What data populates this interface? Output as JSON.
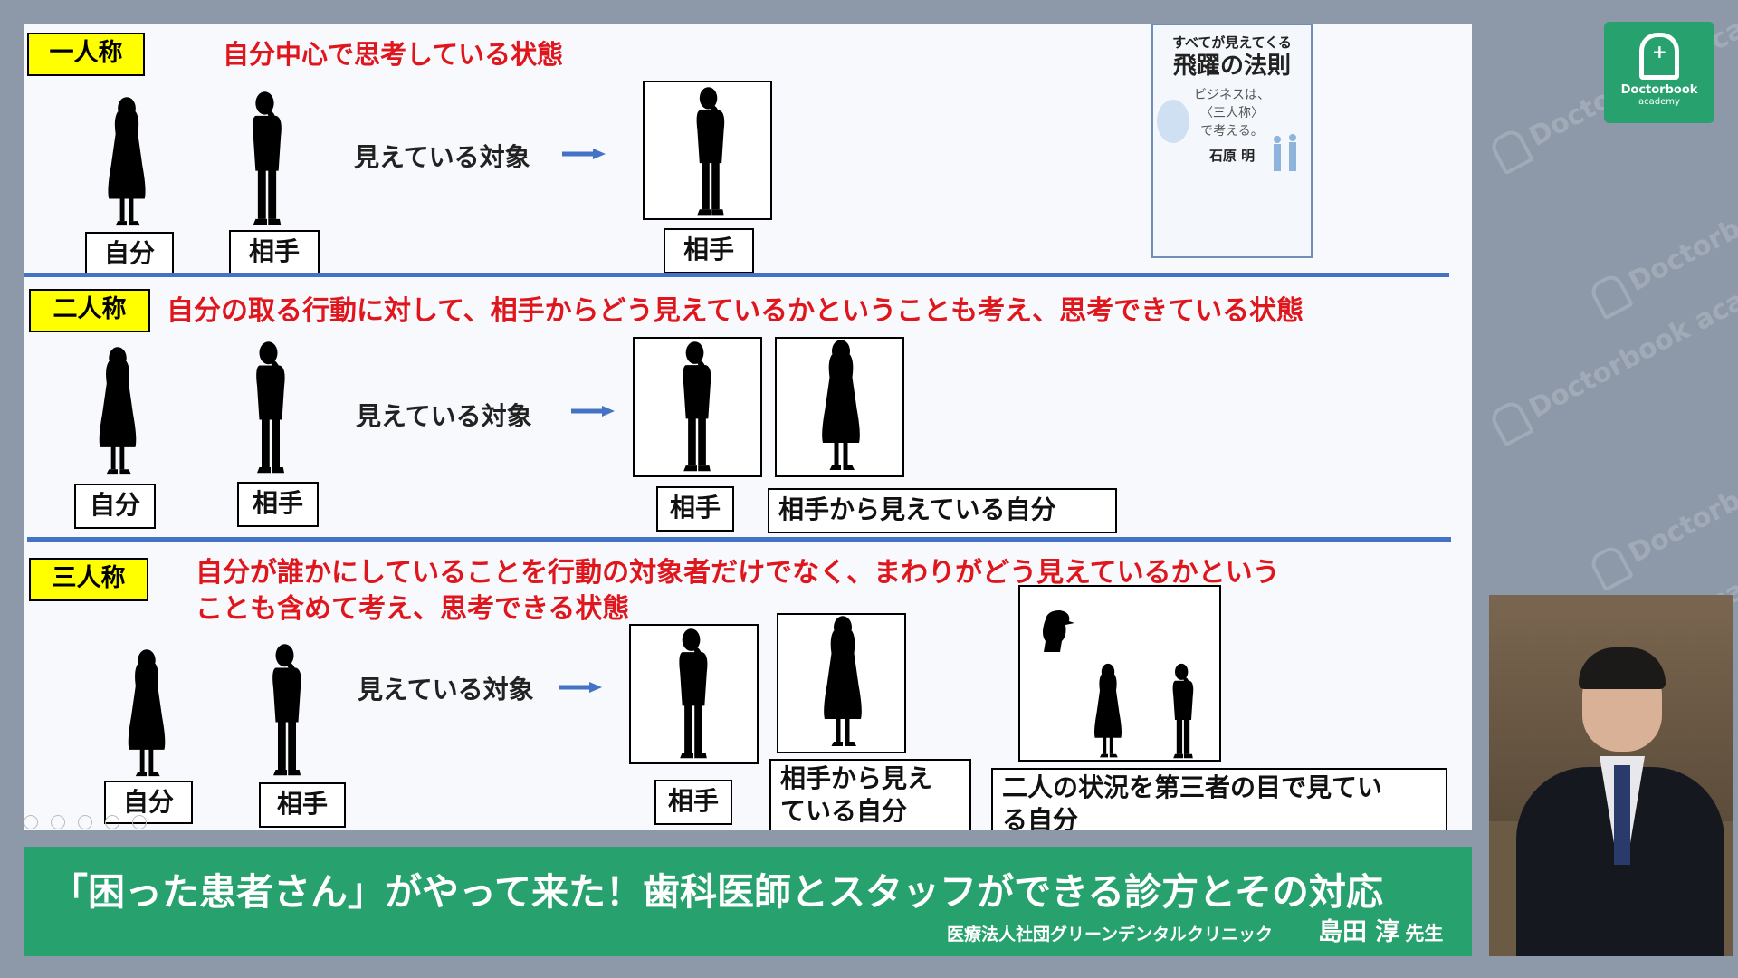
{
  "slide": {
    "sections": [
      {
        "label": "一人称",
        "heading_lines": [
          "自分中心で思考している状態"
        ],
        "seen_text": "見えている対象",
        "left_labels": [
          "自分",
          "相手"
        ],
        "right_labels": [
          "相手"
        ]
      },
      {
        "label": "二人称",
        "heading_lines": [
          "自分の取る行動に対して、相手からどう見えているかということも考え、思考できている状態"
        ],
        "seen_text": "見えている対象",
        "left_labels": [
          "自分",
          "相手"
        ],
        "right_labels": [
          "相手",
          "相手から見えている自分"
        ]
      },
      {
        "label": "三人称",
        "heading_lines": [
          "自分が誰かにしていることを行動の対象者だけでなく、まわりがどう見えているかという",
          "ことも含めて考え、思考できる状態"
        ],
        "seen_text": "見えている対象",
        "left_labels": [
          "自分",
          "相手"
        ],
        "right_labels": [
          "相手",
          "相手から見え",
          "ている自分",
          "二人の状況を第三者の目で見てい",
          "る自分"
        ]
      }
    ],
    "book": {
      "line1": "すべてが見えてくる",
      "line2": "飛躍の法則",
      "line3": "ビジネスは、",
      "line4": "〈三人称〉",
      "line5": "で考える。",
      "author": "石原 明"
    }
  },
  "banner": {
    "title": "「困った患者さん」がやって来た！歯科医師とスタッフができる診方とその対応",
    "organization": "医療法人社団グリーンデンタルクリニック",
    "presenter": "島田 淳",
    "honorific": "先生"
  },
  "logo": {
    "line1": "Doctorbook",
    "line2": "academy"
  },
  "watermark": "Doctorbook academy",
  "colors": {
    "background": "#8d98a8",
    "brand_green": "#27a26e",
    "heading_red": "#e0161d",
    "divider_blue": "#4472c4",
    "label_yellow": "#ffff00"
  }
}
